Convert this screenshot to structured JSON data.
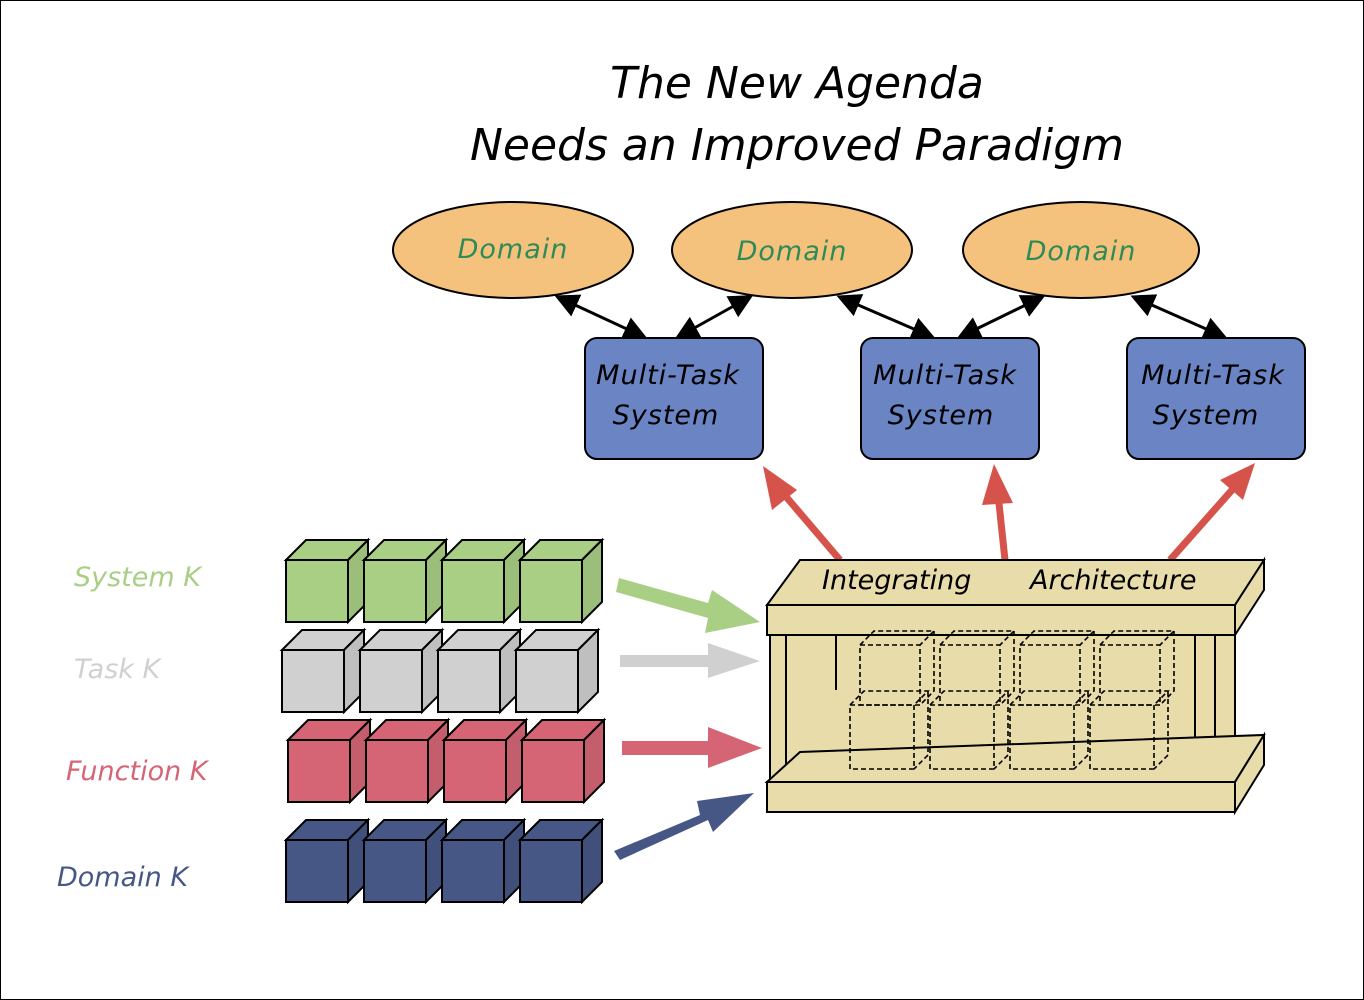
{
  "title": {
    "line1": "The New Agenda",
    "line2": "Needs an Improved Paradigm"
  },
  "domains": [
    {
      "label": "Domain"
    },
    {
      "label": "Domain"
    },
    {
      "label": "Domain"
    }
  ],
  "systems": [
    {
      "line1": "Multi-Task",
      "line2": "System"
    },
    {
      "line1": "Multi-Task",
      "line2": "System"
    },
    {
      "line1": "Multi-Task",
      "line2": "System"
    }
  ],
  "knowledge_rows": [
    {
      "label": "System K",
      "color": "#a9cf85"
    },
    {
      "label": "Task K",
      "color": "#d0d0d0"
    },
    {
      "label": "Function K",
      "color": "#d56575"
    },
    {
      "label": "Domain K",
      "color": "#465785"
    }
  ],
  "architecture": {
    "word1": "Integrating",
    "word2": "Architecture"
  },
  "colors": {
    "domain_fill": "#f4c27c",
    "domain_text": "#2e8b57",
    "system_fill": "#6a84c4",
    "arch_fill": "#e9dcab",
    "up_arrow": "#d5534b"
  }
}
